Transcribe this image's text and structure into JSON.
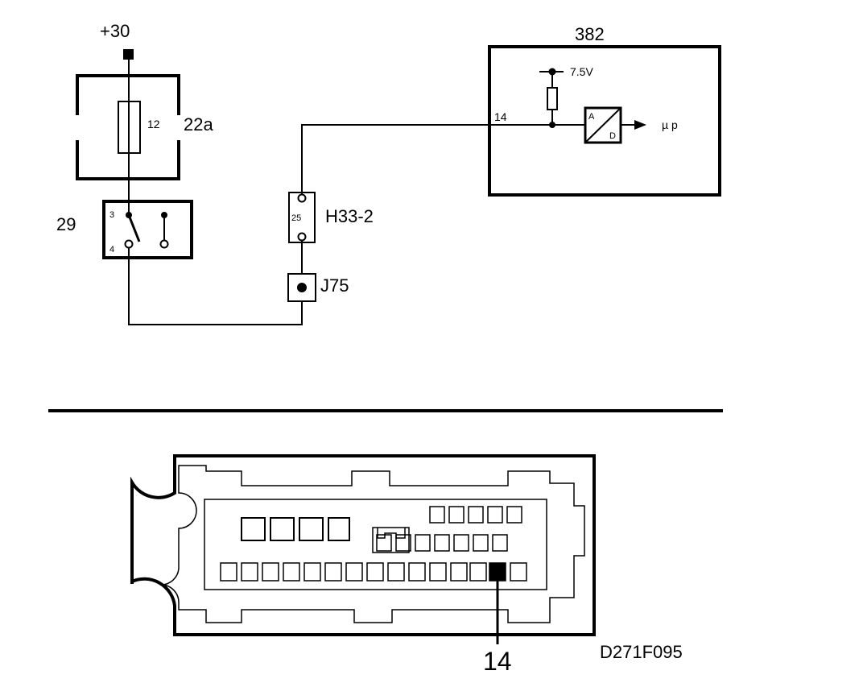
{
  "schematic": {
    "supply_label": "+30",
    "fuse_number": "12",
    "fuse_box_label": "22a",
    "relay_label": "29",
    "relay_pin_top": "3",
    "relay_pin_bottom": "4",
    "connector_pin": "25",
    "connector_label": "H33-2",
    "junction_label": "J75",
    "ecu_label": "382",
    "ecu_pin": "14",
    "ecu_voltage": "7.5V",
    "adc_a": "A",
    "adc_d": "D",
    "micro_label": "µ p"
  },
  "connector_view": {
    "pin_callout": "14",
    "figure_code": "D271F095"
  }
}
